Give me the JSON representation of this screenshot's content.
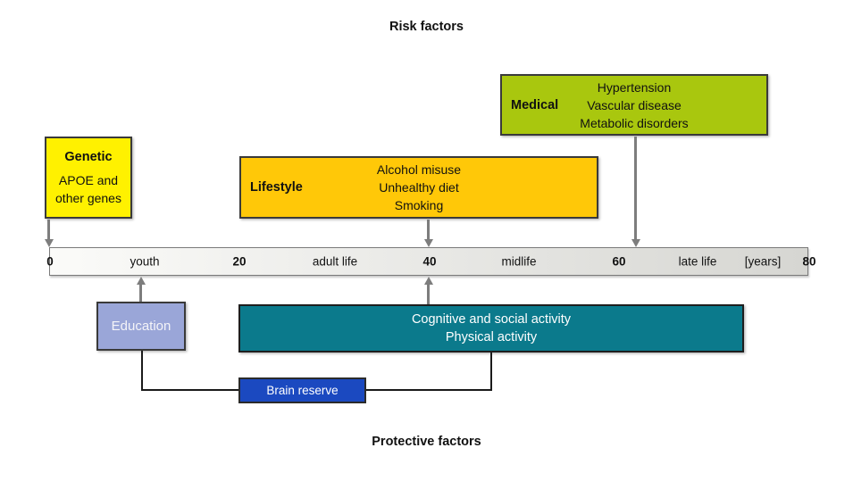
{
  "titles": {
    "risk": "Risk factors",
    "protective": "Protective factors"
  },
  "risk_boxes": {
    "genetic": {
      "title": "Genetic",
      "lines": [
        "APOE and",
        "other genes"
      ]
    },
    "lifestyle": {
      "title": "Lifestyle",
      "lines": [
        "Alcohol misuse",
        "Unhealthy diet",
        "Smoking"
      ]
    },
    "medical": {
      "title": "Medical",
      "lines": [
        "Hypertension",
        "Vascular disease",
        "Metabolic disorders"
      ]
    }
  },
  "timeline": {
    "tick_0": "0",
    "label_youth": "youth",
    "tick_20": "20",
    "label_adult": "adult life",
    "tick_40": "40",
    "label_midlife": "midlife",
    "tick_60": "60",
    "label_late": "late life",
    "label_unit": "[years]",
    "tick_80": "80"
  },
  "protective_boxes": {
    "education": {
      "title": "Education"
    },
    "activity": {
      "lines": [
        "Cognitive and social activity",
        "Physical activity"
      ]
    },
    "brain_reserve": {
      "title": "Brain reserve"
    }
  },
  "colors": {
    "medical_box": "#a9c70e",
    "genetic_box": "#fff100",
    "lifestyle_box": "#ffc808",
    "education_box": "#9aa6d8",
    "activity_box": "#0b7a8c",
    "brain_reserve_box": "#1b49c0",
    "arrow": "#7d7d7d",
    "connector": "#1a1a1a",
    "timeline_bar_start": "#fbfbf9",
    "timeline_bar_end": "#d6d6d2"
  }
}
